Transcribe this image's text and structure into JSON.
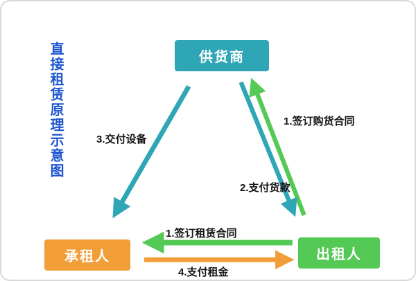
{
  "title": {
    "text": "直接租赁原理示意图"
  },
  "colors": {
    "teal": "#2fa6b6",
    "green": "#55c955",
    "orange": "#f19e38",
    "title_blue": "#1e56d0"
  },
  "nodes": {
    "supplier": {
      "label": "供货商"
    },
    "lessee": {
      "label": "承租人"
    },
    "lessor": {
      "label": "出租人"
    }
  },
  "arrows": {
    "deliver": {
      "label": "3.交付设备",
      "from": "供货商",
      "to": "承租人"
    },
    "purchase": {
      "label": "1.签订购货合同",
      "from": "出租人",
      "to": "供货商"
    },
    "payment": {
      "label": "2.支付货款",
      "from": "供货商",
      "to": "出租人"
    },
    "lease": {
      "label": "1.签订租赁合同",
      "from": "出租人",
      "to": "承租人"
    },
    "rent": {
      "label": "4.支付租金",
      "from": "承租人",
      "to": "出租人"
    }
  }
}
